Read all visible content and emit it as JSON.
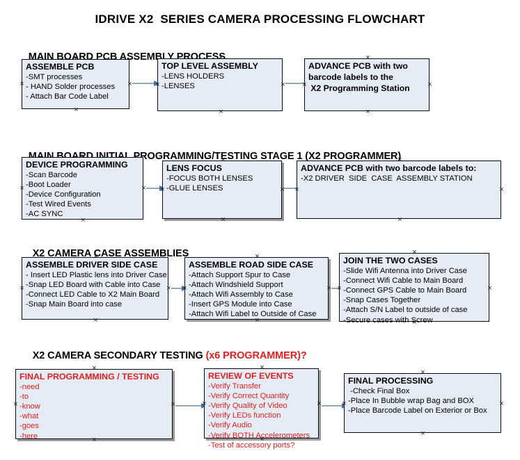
{
  "title": "IDRIVE X2  SERIES CAMERA PROCESSING FLOWCHART",
  "sections": [
    {
      "heading": "MAIN BOARD PCB ASSEMBLY PROCESS",
      "heading_accent": "",
      "boxes": [
        {
          "title": "ASSEMBLE PCB",
          "lines": [
            "-SMT processes",
            "- HAND Solder processes",
            "- Attach Bar Code Label"
          ]
        },
        {
          "title": "TOP LEVEL ASSEMBLY",
          "lines": [
            "-LENS HOLDERS",
            "-LENSES"
          ]
        },
        {
          "title": "ADVANCE PCB with two",
          "lines": [
            "barcode labels to the",
            " X2 Programming Station"
          ]
        }
      ]
    },
    {
      "heading": "MAIN BOARD INITIAL PROGRAMMING/TESTING STAGE 1 (X2 PROGRAMMER)",
      "heading_accent": "",
      "boxes": [
        {
          "title": "DEVICE PROGRAMMING",
          "lines": [
            "-Scan Barcode",
            "-Boot Loader",
            "-Device Configuration",
            "-Test Wired Events",
            "-AC SYNC"
          ]
        },
        {
          "title": "LENS FOCUS",
          "lines": [
            "-FOCUS BOTH LENSES",
            "-GLUE LENSES"
          ]
        },
        {
          "title": "ADVANCE PCB with two barcode labels to:",
          "lines": [
            "-X2 DRIVER  SIDE  CASE  ASSEMBLY STATION"
          ]
        }
      ]
    },
    {
      "heading": "X2 CAMERA CASE ASSEMBLIES",
      "heading_accent": "",
      "boxes": [
        {
          "title": "ASSEMBLE DRIVER SIDE CASE",
          "lines": [
            "- Insert LED Plastic lens into Driver Case",
            "-Snap LED Board with Cable into Case",
            "-Connect LED Cable to X2 Main Board",
            "-Snap Main Board into case"
          ]
        },
        {
          "title": "ASSEMBLE ROAD SIDE CASE",
          "lines": [
            "-Attach Support Spur to Case",
            "-Attach Windshield Support",
            "-Attach Wifi Assembly to Case",
            "-Insert GPS Module into Case",
            "-Attach Wifi Label to Outside of Case"
          ]
        },
        {
          "title": "JOIN THE TWO CASES",
          "lines": [
            "-Slide Wifi Antenna into Driver Case",
            "-Connect Wifi Cable to Main Board",
            "-Connect GPS Cable to Main Board",
            "-Snap Cases Together",
            "-Attach S/N Label to outside of case",
            "-Secure cases with Screw"
          ]
        }
      ]
    },
    {
      "heading": "X2 CAMERA SECONDARY TESTING ",
      "heading_accent": "(x6 PROGRAMMER)?",
      "boxes": [
        {
          "title": "FINAL PROGRAMMING / TESTING",
          "lines": [
            "-need",
            "-to",
            "-know",
            "-what",
            "-goes",
            "-here"
          ]
        },
        {
          "title": "REVIEW OF EVENTS",
          "lines": [
            "-Verify Transfer",
            "-Verify Correct Quantity",
            "-Verify Quality of Video",
            "-Verify LEDs function",
            "-Verify Audio",
            "-Verify BOTH Accelerometers",
            "-Test of accessory ports?"
          ]
        },
        {
          "title": "FINAL PROCESSING",
          "lines": [
            " -Check Final Box",
            "-Place In Bubble wrap Bag and BOX",
            "-Place Barcode Label on Exterior or Box"
          ]
        }
      ]
    }
  ],
  "colors": {
    "box_fill": "#e6ecf5",
    "box_border": "#0a0a0a",
    "accent_red": "#e02020",
    "connector_line": "#8fa8c0",
    "connector_head": "#3f6fb5",
    "shadow": "#9a9a9a"
  }
}
